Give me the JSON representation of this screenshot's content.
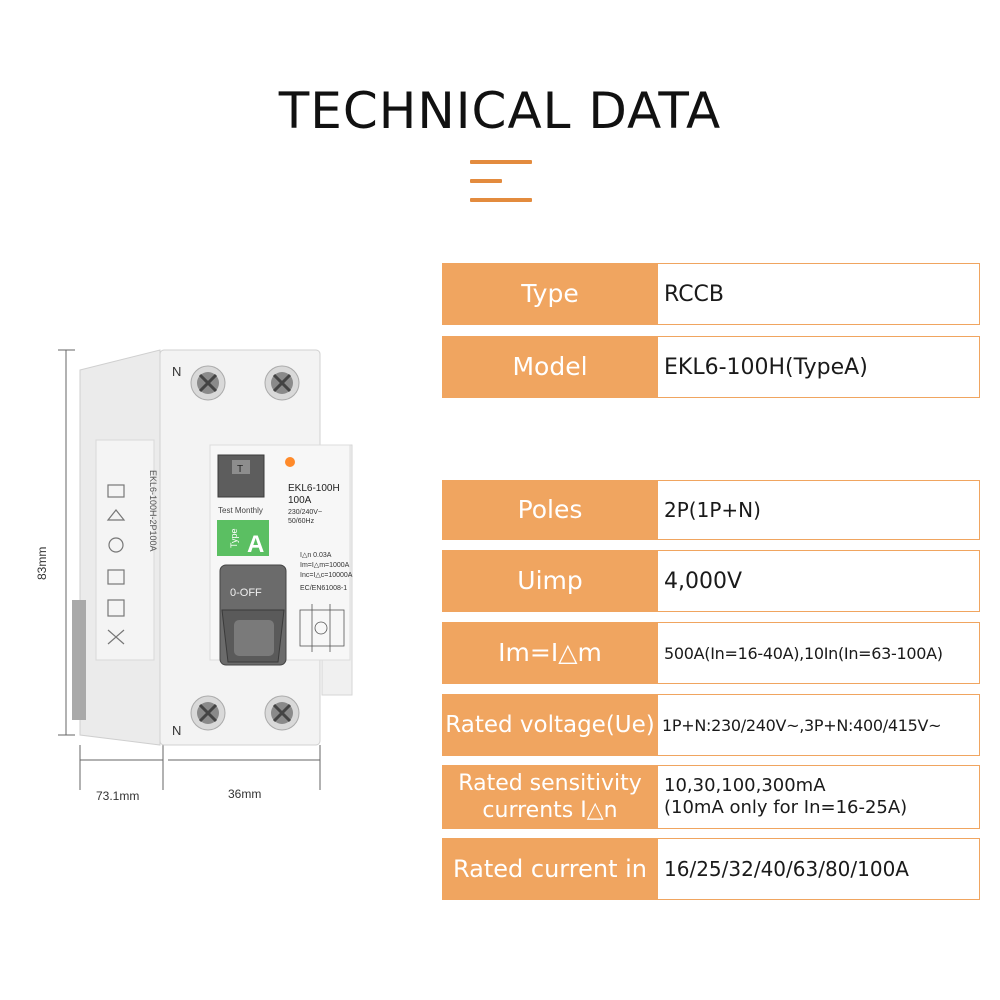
{
  "title": "TECHNICAL DATA",
  "colors": {
    "accent": "#f0a560",
    "deco": "#e38b3e"
  },
  "specs": [
    {
      "label": "Type",
      "value": "RCCB"
    },
    {
      "label": "Model",
      "value": "EKL6-100H(TypeA)"
    },
    {
      "label": "Poles",
      "value": "2P(1P+N)"
    },
    {
      "label": "Uimp",
      "value": "4,000V"
    },
    {
      "label": "Im=I△m",
      "value": "500A(In=16-40A),10In(In=63-100A)"
    },
    {
      "label": "Rated voltage(Ue)",
      "value": "1P+N:230/240V~,3P+N:400/415V~"
    },
    {
      "label_line1": "Rated sensitivity",
      "label_line2": "currents I△n",
      "value_line1": "10,30,100,300mA",
      "value_line2": "(10mA only for In=16-25A)"
    },
    {
      "label": "Rated current in",
      "value": "16/25/32/40/63/80/100A"
    }
  ],
  "device": {
    "dim_height": "83mm",
    "dim_depth": "73.1mm",
    "dim_width": "36mm",
    "terminal_top": "N",
    "terminal_bottom": "N",
    "test_button": "T",
    "test_text": "Test Monthly",
    "type_badge": "A",
    "type_small": "Type",
    "model": "EKL6-100H",
    "current": "100A",
    "voltage": "230/240V~",
    "freq": "50/60Hz",
    "sens": "I△n 0.03A",
    "im": "Im=I△m=1000A",
    "inc": "Inc=I△c=10000A",
    "std": "EC/EN61008-1",
    "switch": "0-OFF",
    "side_text": "EKL6-100H-2P100A"
  }
}
